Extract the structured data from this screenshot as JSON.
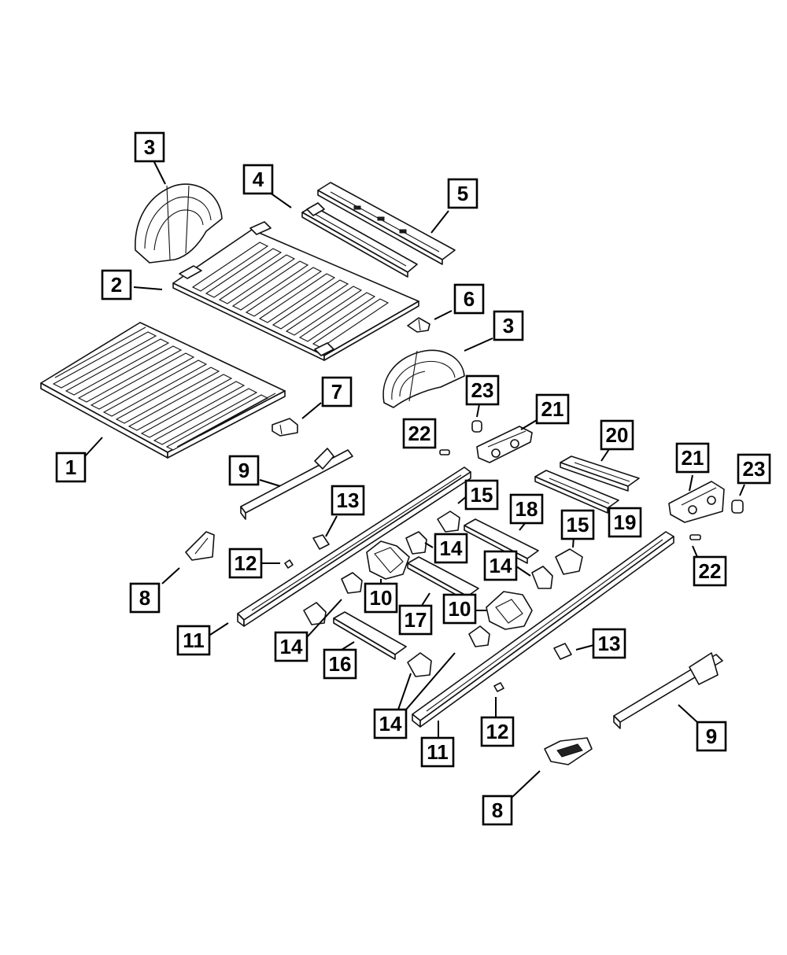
{
  "callouts": [
    {
      "label": "3"
    },
    {
      "label": "4"
    },
    {
      "label": "5"
    },
    {
      "label": "2"
    },
    {
      "label": "6"
    },
    {
      "label": "3"
    },
    {
      "label": "7"
    },
    {
      "label": "23"
    },
    {
      "label": "21"
    },
    {
      "label": "20"
    },
    {
      "label": "22"
    },
    {
      "label": "1"
    },
    {
      "label": "9"
    },
    {
      "label": "13"
    },
    {
      "label": "15"
    },
    {
      "label": "18"
    },
    {
      "label": "21"
    },
    {
      "label": "23"
    },
    {
      "label": "15"
    },
    {
      "label": "19"
    },
    {
      "label": "12"
    },
    {
      "label": "14"
    },
    {
      "label": "14"
    },
    {
      "label": "22"
    },
    {
      "label": "8"
    },
    {
      "label": "10"
    },
    {
      "label": "10"
    },
    {
      "label": "17"
    },
    {
      "label": "11"
    },
    {
      "label": "14"
    },
    {
      "label": "13"
    },
    {
      "label": "16"
    },
    {
      "label": "14"
    },
    {
      "label": "12"
    },
    {
      "label": "9"
    },
    {
      "label": "11"
    },
    {
      "label": "8"
    }
  ]
}
